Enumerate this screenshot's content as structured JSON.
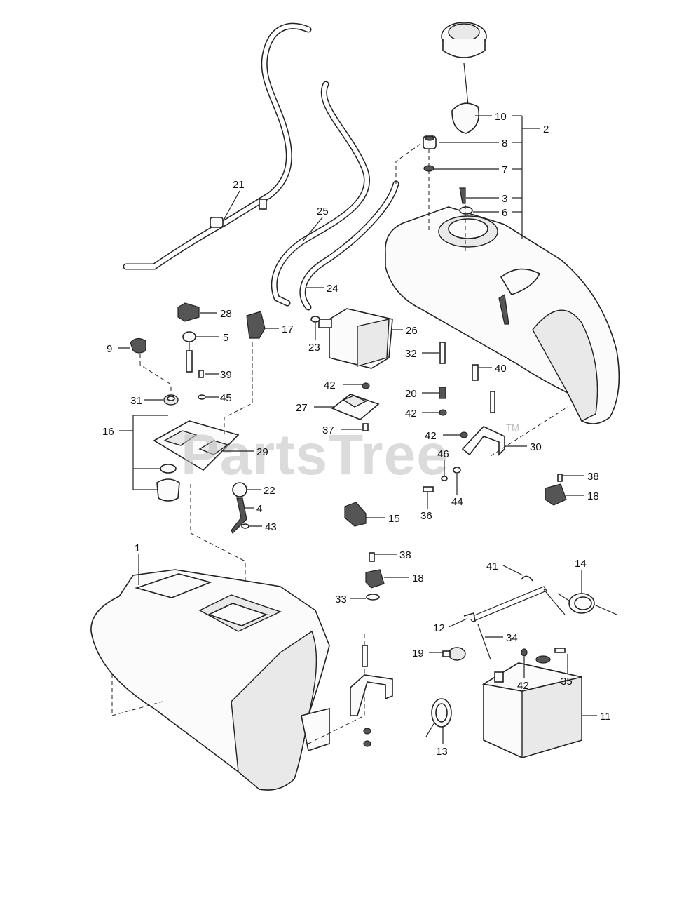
{
  "watermark": {
    "text": "PartsTree",
    "trademark": "TM"
  },
  "callouts": {
    "c1": "1",
    "c2": "2",
    "c3": "3",
    "c4": "4",
    "c5": "5",
    "c6": "6",
    "c7": "7",
    "c8": "8",
    "c9": "9",
    "c10": "10",
    "c11": "11",
    "c12": "12",
    "c13": "13",
    "c14": "14",
    "c15": "15",
    "c16": "16",
    "c17": "17",
    "c18a": "18",
    "c18b": "18",
    "c19": "19",
    "c20": "20",
    "c21": "21",
    "c22": "22",
    "c23": "23",
    "c24": "24",
    "c25": "25",
    "c26": "26",
    "c27": "27",
    "c28": "28",
    "c29": "29",
    "c30": "30",
    "c31": "31",
    "c32": "32",
    "c33": "33",
    "c34": "34",
    "c35": "35",
    "c36": "36",
    "c37": "37",
    "c38a": "38",
    "c38b": "38",
    "c39": "39",
    "c40": "40",
    "c41": "41",
    "c42a": "42",
    "c42b": "42",
    "c42c": "42",
    "c42d": "42",
    "c43": "43",
    "c44": "44",
    "c45": "45",
    "c46": "46"
  },
  "colors": {
    "line": "#222222",
    "watermark": "#bdbdbd",
    "background": "#ffffff"
  }
}
